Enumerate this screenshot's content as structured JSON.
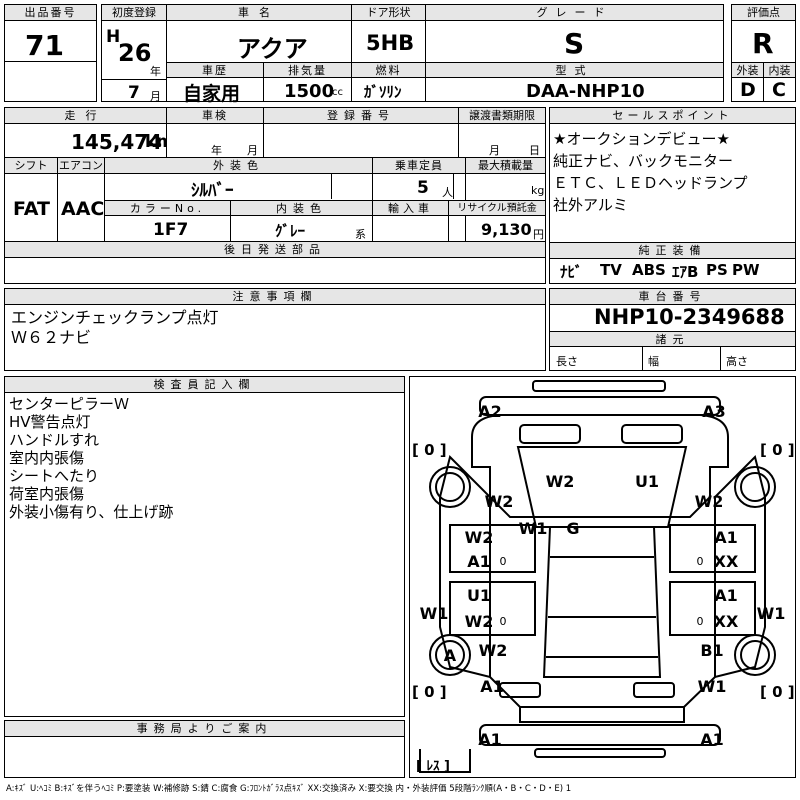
{
  "header": {
    "lot_label": "出品番号",
    "lot": "71",
    "first_reg_label": "初度登録",
    "era": "H",
    "year": "26",
    "year_unit": "年",
    "month": "7",
    "month_unit": "月",
    "car_name_label": "車名",
    "car_name": "アクア",
    "door_label": "ドア形状",
    "door": "5HB",
    "grade_label": "グレード",
    "grade": "S",
    "score_label": "評価点",
    "score": "R",
    "history_label": "車歴",
    "history": "自家用",
    "displacement_label": "排気量",
    "displacement": "1500",
    "displacement_unit": "cc",
    "fuel_label": "燃料",
    "fuel": "ｶﾞｿﾘﾝ",
    "model_label": "型式",
    "model": "DAA-NHP10",
    "exterior_label": "外装",
    "exterior": "D",
    "interior_label": "内装",
    "interior": "C"
  },
  "row2": {
    "mileage_label": "走行",
    "mileage": "145,474",
    "mileage_unit": "km",
    "inspection_label": "車検",
    "insp_year_unit": "年",
    "insp_month_unit": "月",
    "reg_no_label": "登録番号",
    "transfer_label": "譲渡書類期限",
    "transfer_month_unit": "月",
    "transfer_day_unit": "日",
    "shift_label": "シフト",
    "shift": "FAT",
    "ac_label": "エアコン",
    "ac": "AAC",
    "ext_color_label": "外装色",
    "ext_color": "ｼﾙﾊﾞｰ",
    "seats_label": "乗車定員",
    "seats": "5",
    "seats_unit": "人",
    "load_label": "最大積載量",
    "load_unit": "kg",
    "color_no_label": "カラーNo.",
    "color_no": "1F7",
    "int_color_label": "内装色",
    "int_color": "ｸﾞﾚｰ",
    "int_color_unit": "系",
    "import_label": "輸入車",
    "recycle_label": "リサイクル預託金",
    "recycle": "9,130",
    "recycle_unit": "円",
    "later_parts_label": "後日発送部品"
  },
  "sales": {
    "label": "セールスポイント",
    "lines": [
      "★オークションデビュー★",
      "純正ナビ、バックモニター",
      "ＥＴＣ、ＬＥＤヘッドランプ",
      "社外アルミ"
    ]
  },
  "equipment": {
    "label": "純正装備",
    "items": [
      "ﾅﾋﾞ",
      "TV",
      "ABS",
      "ｴｱB",
      "PS",
      "PW"
    ]
  },
  "notes": {
    "label": "注意事項欄",
    "lines": [
      "エンジンチェックランプ点灯",
      "Ｗ６２ナビ"
    ]
  },
  "chassis": {
    "label": "車台番号",
    "value": "NHP10-2349688",
    "spec_label": "諸元",
    "length_label": "長さ",
    "width_label": "幅",
    "height_label": "高さ"
  },
  "inspector": {
    "label": "検査員記入欄",
    "lines": [
      "センターピラーＷ",
      "HV警告点灯",
      "ハンドルすれ",
      "室内内張傷",
      "シートへたり",
      "荷室内張傷",
      "外装小傷有り、仕上げ跡"
    ]
  },
  "diagram": {
    "marks": {
      "front_left": "A2",
      "front_right": "A3",
      "roof_w2": "W2",
      "roof_u1": "U1",
      "left_fender": "W2",
      "right_fender": "W2",
      "pillar": "W1",
      "glass": "G",
      "left_front_door_1": "W2",
      "left_front_door_2": "A1",
      "right_front_door_1": "A1",
      "right_front_door_2": "XX",
      "left_rear_door_1": "U1",
      "left_rear_door_2": "W2",
      "right_rear_door_1": "A1",
      "right_rear_door_2": "XX",
      "left_sill": "W1",
      "right_sill": "W1",
      "left_wheel": "A",
      "left_rear_qtr": "W2",
      "right_rear_qtr": "B1",
      "left_rear_lower": "A1",
      "right_rear_lower": "W1",
      "rear_left": "A1",
      "rear_right": "A1"
    },
    "tire_fl": "[ 0 ]",
    "tire_fr": "[ 0 ]",
    "tire_rl": "[ 0 ]",
    "tire_rr": "[ 0 ]",
    "spare": "[ ﾚｽ ]",
    "zero": "0"
  },
  "office": {
    "label": "事務局よりご案内"
  },
  "legend": "A:ｷｽﾞ U:ﾍｺﾐ B:ｷｽﾞを伴うﾍｺﾐ P:要塗装 W:補修跡 S:錆 C:腐食 G:ﾌﾛﾝﾄｶﾞﾗｽ点ｷｽﾞ XX:交換済み X:要交換 内・外装評価 5段階ﾗﾝｸ順(A・B・C・D・E) 1"
}
